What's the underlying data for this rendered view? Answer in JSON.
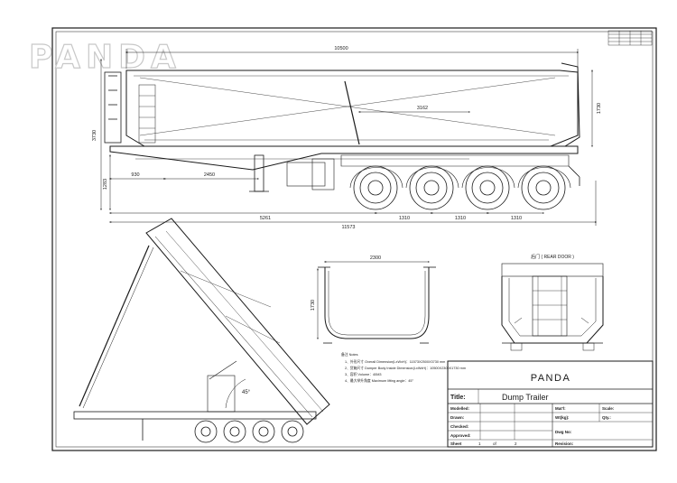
{
  "watermark": "PANDA",
  "dimensions": {
    "overall_length_top": "10500",
    "overall_height": "3730",
    "side_body_height": "1730",
    "kingpin_height": "1283",
    "dim_930": "930",
    "dim_2450": "2450",
    "dim_3162": "3162",
    "dim_5261": "5261",
    "axle_spacing_1": "1310",
    "axle_spacing_2": "1310",
    "axle_spacing_3": "1310",
    "overall_length_bottom": "11573",
    "rear_width": "2300",
    "rear_height": "1730"
  },
  "tipping_angle_label": "45°",
  "rear_door_label": "后门 ( REAR DOOR )",
  "notes": {
    "title": "备注 Notes",
    "lines": [
      "1、外形尺寸 Overall Dimension(LxWxH)：11573X2500X3730 mm",
      "2、货箱尺寸 Dumper Body Inside Dimension(LxWxH)：10500X2300X1730 mm",
      "3、容积 Volume：40M3",
      "4、最大举升角度 Maximum lifting angle：45°"
    ]
  },
  "title_block": {
    "brand": "PANDA",
    "title_label": "Title:",
    "title_value": "Dump Trailer",
    "modelled": "Modelled:",
    "drawn": "Drawn:",
    "checked": "Checked:",
    "approved": "Approved:",
    "sheet": "Sheet",
    "sheet_no": "1",
    "of": "of",
    "sheet_total": "2",
    "matl": "Mat'l:",
    "wkg": "Wt(kg):",
    "dwg_no": "Dwg No:",
    "revision": "Revision:",
    "scale": "Scale:",
    "qty": "Qty.:"
  },
  "colors": {
    "line": "#1a1a1a",
    "paper": "#ffffff",
    "watermark_fill": "#ffffff",
    "watermark_stroke": "#c8c8c8"
  }
}
